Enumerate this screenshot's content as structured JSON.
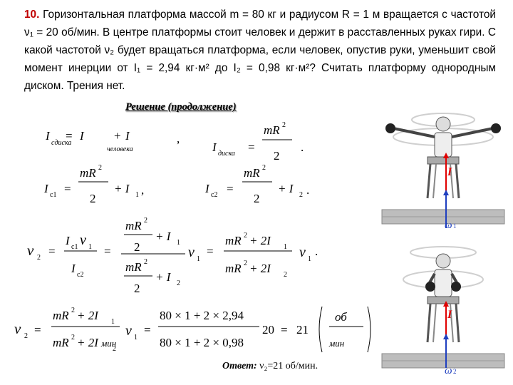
{
  "problem": {
    "number": "10.",
    "text": "Горизонтальная платформа массой m = 80 кг и радиусом R = 1 м вращается с частотой ν₁ = 20 об/мин. В центре платформы стоит человек и держит в расставленных руках гири. С какой частотой ν₂ будет вращаться платформа, если человек, опустив руки, уменьшит свой момент инерции от I₁ = 2,94 кг·м² до I₂ = 0,98 кг·м²? Считать платформу однородным диском. Трения нет."
  },
  "solution_heading": "Решение (продолжение)",
  "formulas": {
    "f1": {
      "lhs": "I",
      "lhs_sub": "сдиска",
      "eq": "=",
      "t1": "I",
      "plus": "+",
      "t2": "I",
      "t2_sub": "человека",
      "comma": ","
    },
    "f2": {
      "lhs": "I",
      "lhs_sub": "диска",
      "num": "mR",
      "den": "2",
      "dot": "."
    },
    "f3": {
      "lhs": "I",
      "lhs_sub": "c1",
      "num": "mR",
      "den": "2",
      "tail": "+ I",
      "tail_sub": "1",
      "comma": ","
    },
    "f4": {
      "lhs": "I",
      "lhs_sub": "c2",
      "num": "mR",
      "den": "2",
      "tail": "+ I",
      "tail_sub": "2",
      "dot": "."
    },
    "f5": {
      "nu": "ν",
      "nu2_sub": "2",
      "nu1_sub": "1",
      "c1": "c1",
      "c2": "c2",
      "I": "I",
      "mR": "mR",
      "two": "2",
      "plus_I": "+ I",
      "twoI": "+ 2I",
      "one": "1",
      "dot": "."
    },
    "f6": {
      "num_expr": "80 × 1 + 2 × 2,94",
      "den_expr": "80 × 1 + 2 × 0,98",
      "factor": "20",
      "result": "21",
      "unit": "об",
      "unit_den": "мин"
    }
  },
  "answer": {
    "label": "Ответ:",
    "value": "ν₂=21 об/мин."
  },
  "figures": {
    "top_labels": {
      "I": "I",
      "omega": "ω",
      "omega_sub": "1"
    },
    "bottom_labels": {
      "I": "I",
      "omega": "ω",
      "omega_sub": "2"
    },
    "arrow_color": "#e00000",
    "omega_color": "#1f3fbf"
  }
}
